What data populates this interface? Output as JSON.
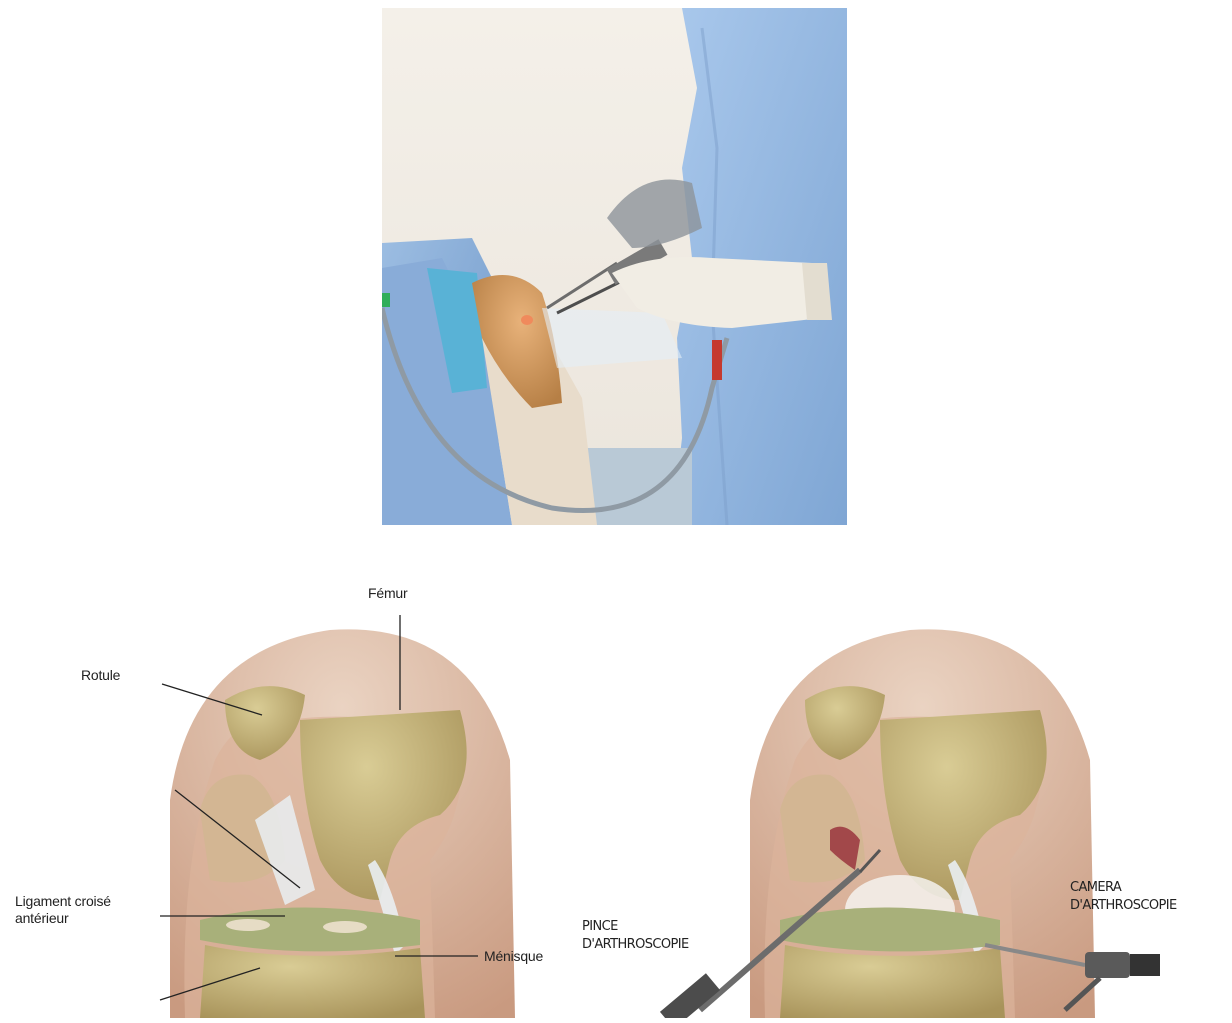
{
  "labels": {
    "femur": "Fémur",
    "rotule": "Rotule",
    "ligament_line1": "Ligament croisé",
    "ligament_line2": "antérieur",
    "menisque": "Ménisque",
    "pince_line1": "PINCE",
    "pince_line2": "D'ARTHROSCOPIE",
    "camera_line1": "CAMERA",
    "camera_line2": "D'ARTHROSCOPIE"
  },
  "colors": {
    "drape_blue": "#8fb4dc",
    "gown_blue": "#9fc0e6",
    "glove": "#f1ede4",
    "skin_knee": "#d8a26a",
    "leg_skin": "#e6d6c2",
    "bone": "#c9b57e",
    "tissue": "#e9c4a8",
    "meniscus": "#a8b07a",
    "ligament": "#e9eef2"
  }
}
